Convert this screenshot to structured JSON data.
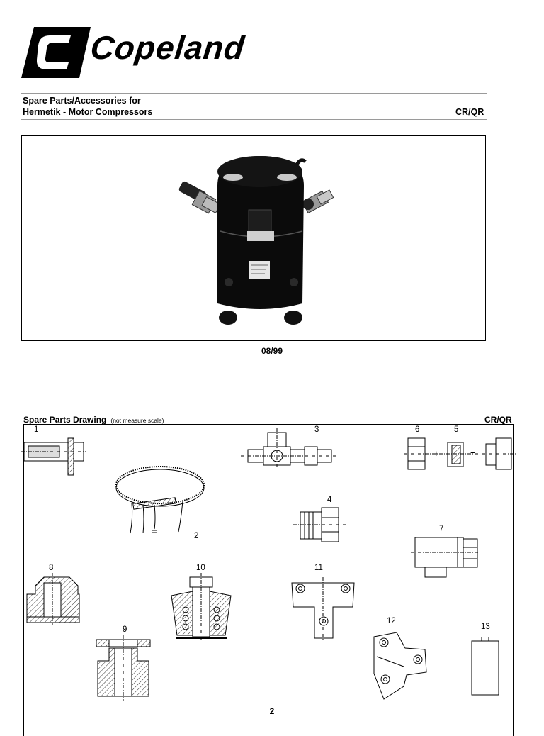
{
  "brand": {
    "name": "Copeland"
  },
  "header": {
    "line1": "Spare Parts/Accessories for",
    "line2": "Hermetik - Motor Compressors",
    "model_code": "CR/QR"
  },
  "date": "08/99",
  "drawing": {
    "title": "Spare Parts Drawing",
    "note": "(not measure scale)",
    "model_code": "CR/QR",
    "parts": [
      {
        "number": "1"
      },
      {
        "number": "2"
      },
      {
        "number": "3"
      },
      {
        "number": "4"
      },
      {
        "number": "5"
      },
      {
        "number": "6"
      },
      {
        "number": "7"
      },
      {
        "number": "8"
      },
      {
        "number": "9"
      },
      {
        "number": "10"
      },
      {
        "number": "11"
      },
      {
        "number": "12"
      },
      {
        "number": "13"
      }
    ],
    "operators": {
      "plus": "+",
      "equals": "="
    }
  },
  "page_number": "2"
}
